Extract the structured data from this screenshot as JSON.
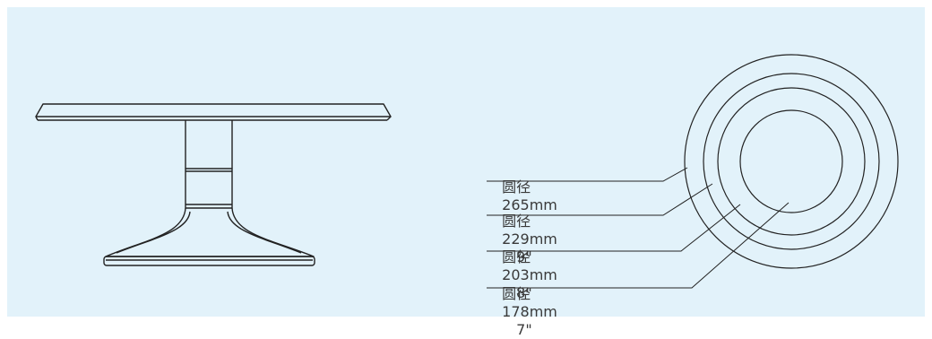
{
  "labels": [
    {
      "prefix": "圆径",
      "diameter": "265mm",
      "size": ""
    },
    {
      "prefix": "圆径",
      "diameter": "229mm",
      "size": "9\""
    },
    {
      "prefix": "圆径",
      "diameter": "203mm",
      "size": "8\""
    },
    {
      "prefix": "圆径",
      "diameter": "178mm",
      "size": "7\""
    }
  ],
  "colors": {
    "background": "#e2f2fa",
    "line": "#222222",
    "plate_fill": "#e2f2fa"
  }
}
